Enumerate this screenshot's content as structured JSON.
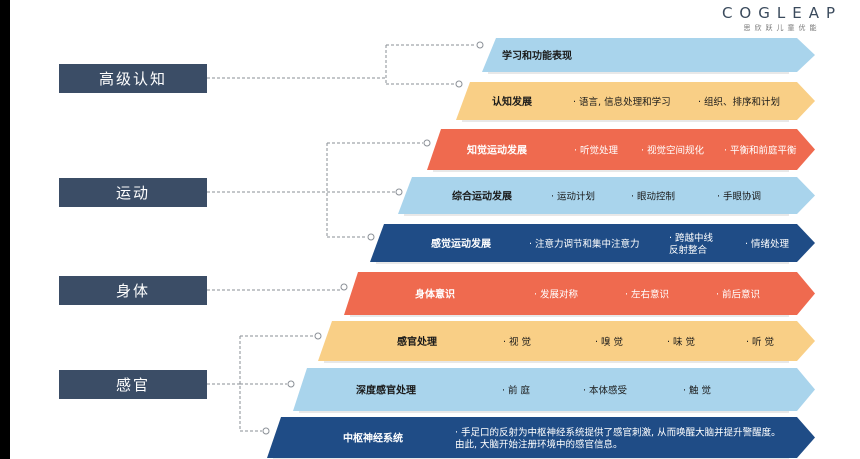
{
  "brand": {
    "name": "COGLEAP",
    "tagline": "思欣跃儿童优能"
  },
  "colors": {
    "category_box": "#3b4d66",
    "light_blue": "#a9d4ec",
    "peach": "#f9cf86",
    "coral": "#ef6a4f",
    "navy": "#1f4c86"
  },
  "categories": [
    {
      "id": "higher",
      "label": "高级认知"
    },
    {
      "id": "motor",
      "label": "运动"
    },
    {
      "id": "body",
      "label": "身体"
    },
    {
      "id": "sensory",
      "label": "感官"
    }
  ],
  "layers": [
    {
      "title": "学习和功能表现",
      "items": [],
      "color": "light_blue",
      "category": "higher"
    },
    {
      "title": "认知发展",
      "items": [
        "· 语言, 信息处理和学习",
        "· 组织、排序和计划"
      ],
      "color": "peach",
      "category": "higher"
    },
    {
      "title": "知觉运动发展",
      "items": [
        "· 听觉处理",
        "· 视觉空间规化",
        "· 平衡和前庭平衡"
      ],
      "color": "coral",
      "category": "motor"
    },
    {
      "title": "综合运动发展",
      "items": [
        "· 运动计划",
        "· 眼动控制",
        "· 手眼协调"
      ],
      "color": "light_blue",
      "category": "motor"
    },
    {
      "title": "感觉运动发展",
      "items": [
        "· 注意力调节和集中注意力",
        "· 跨越中线\n  反射整合",
        "· 情绪处理"
      ],
      "color": "navy",
      "category": "motor"
    },
    {
      "title": "身体意识",
      "items": [
        "· 发展对称",
        "· 左右意识",
        "· 前后意识"
      ],
      "color": "coral",
      "category": "body"
    },
    {
      "title": "感官处理",
      "items": [
        "· 视 觉",
        "· 嗅 觉",
        "· 味 觉",
        "· 听 觉"
      ],
      "color": "peach",
      "category": "sensory"
    },
    {
      "title": "深度感官处理",
      "items": [
        "· 前 庭",
        "· 本体感受",
        "· 触 觉"
      ],
      "color": "light_blue",
      "category": "sensory"
    },
    {
      "title": "中枢神经系统",
      "items": [
        "· 手足口的反射为中枢神经系统提供了感官刺激, 从而唤醒大脑并提升警醒度。\n  由此, 大脑开始注册环境中的感官信息。"
      ],
      "color": "navy",
      "category": "sensory"
    }
  ]
}
